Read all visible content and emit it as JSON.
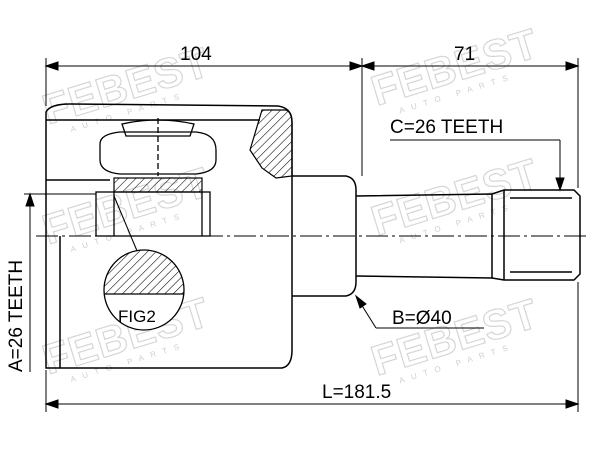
{
  "dimensions": {
    "housing_length": "104",
    "shaft_length": "71",
    "total_length": "L=181.5",
    "outer_spline": "C=26 TEETH",
    "inner_spline": "A=26 TEETH",
    "shaft_diameter": "B=Ø40"
  },
  "detail_label": "FIG2",
  "watermark": {
    "brand": "FEBEST",
    "tagline": "AUTO PARTS"
  },
  "colors": {
    "line": "#000000",
    "watermark": "#d6d6d6",
    "background": "#ffffff"
  }
}
